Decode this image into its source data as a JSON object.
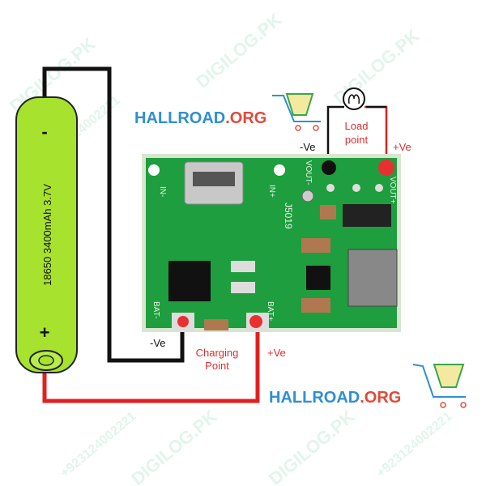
{
  "battery": {
    "label": "18650 3400mAh 3.7V",
    "minus": "-",
    "plus": "+",
    "color": "#a6e22e"
  },
  "board": {
    "silkscreen": [
      "IN-",
      "IN+",
      "J5019",
      "VOUT-",
      "VOUT+",
      "BAT-",
      "BAT+"
    ],
    "color": "#1e9e3e"
  },
  "load": {
    "title_line1": "Load",
    "title_line2": "point",
    "neg": "-Ve",
    "pos": "+Ve"
  },
  "charging": {
    "title_line1": "Charging",
    "title_line2": "Point",
    "neg": "-Ve",
    "pos": "+Ve"
  },
  "logo": {
    "brand": "HALLROAD",
    "tld": ".ORG",
    "brand_color": "#2f8fd0",
    "tld_color": "#e04a3a"
  },
  "watermark": {
    "text1": "DIGILOG.PK",
    "text2": "+923124002221"
  },
  "colors": {
    "wire_red": "#e02020",
    "wire_black": "#111111"
  }
}
